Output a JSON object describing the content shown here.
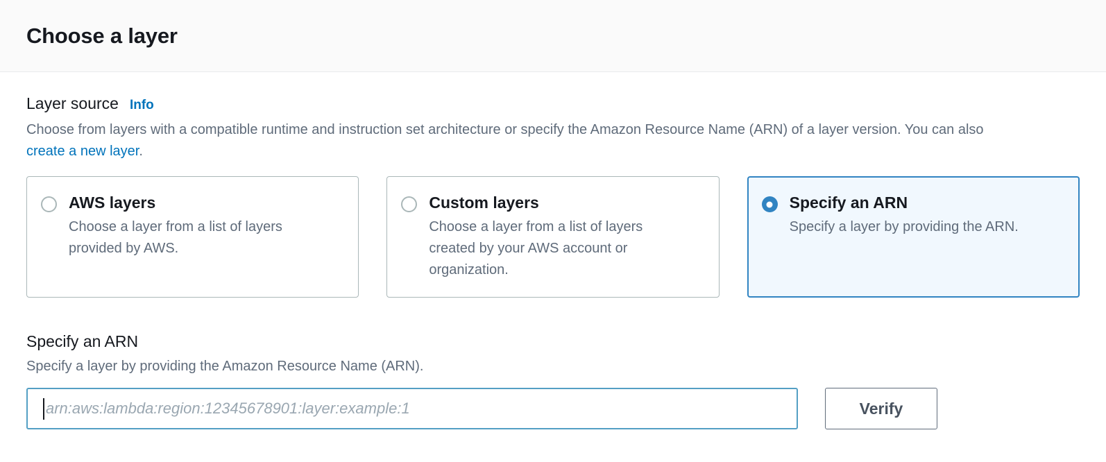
{
  "header": {
    "title": "Choose a layer"
  },
  "layer_source": {
    "label": "Layer source",
    "info_link": "Info",
    "description_part1": "Choose from layers with a compatible runtime and instruction set architecture or specify the Amazon Resource Name (ARN) of a layer version. You can also ",
    "description_link": "create a new layer",
    "description_part2": ".",
    "options": [
      {
        "title": "AWS layers",
        "description": "Choose a layer from a list of layers provided by AWS.",
        "selected": false
      },
      {
        "title": "Custom layers",
        "description": "Choose a layer from a list of layers created by your AWS account or organization.",
        "selected": false
      },
      {
        "title": "Specify an ARN",
        "description": "Specify a layer by providing the ARN.",
        "selected": true
      }
    ]
  },
  "arn_section": {
    "label": "Specify an ARN",
    "description": "Specify a layer by providing the Amazon Resource Name (ARN).",
    "input_value": "",
    "input_placeholder": "arn:aws:lambda:region:12345678901:layer:example:1",
    "verify_label": "Verify"
  },
  "colors": {
    "accent_blue": "#0073bb",
    "selected_border": "#3184c2",
    "selected_fill": "#f1f8fe",
    "focus_border": "#539fc4",
    "muted_text": "#5f6b7a",
    "tile_border": "#aab7b8"
  }
}
